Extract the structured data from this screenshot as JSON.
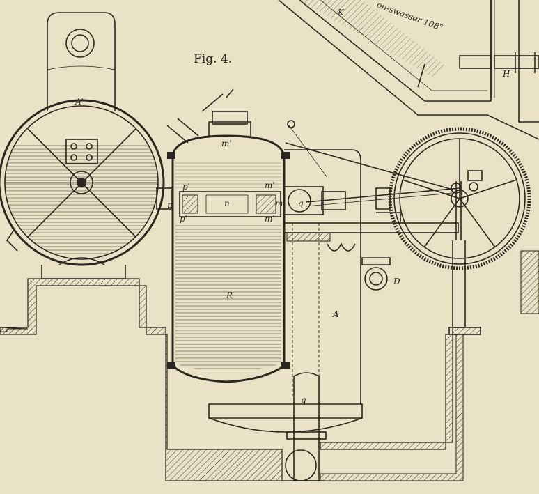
{
  "figure": {
    "title": "Fig. 4.",
    "banner_text": "on-swasser 108°",
    "labels": {
      "K": "K",
      "H": "H",
      "A_prime": "A'",
      "A": "A",
      "R": "R",
      "D": "D",
      "n": "n",
      "m": "m",
      "m_prime_top": "m'",
      "m_prime_bottom": "m'",
      "p": "p",
      "p_prime_top": "p'",
      "p_prime_bottom": "p'",
      "q_upper": "q",
      "q_lower": "q",
      "m_prime_dome": "m'"
    }
  },
  "colors": {
    "paper": "#e9e2c6",
    "ink": "#2b2620"
  }
}
